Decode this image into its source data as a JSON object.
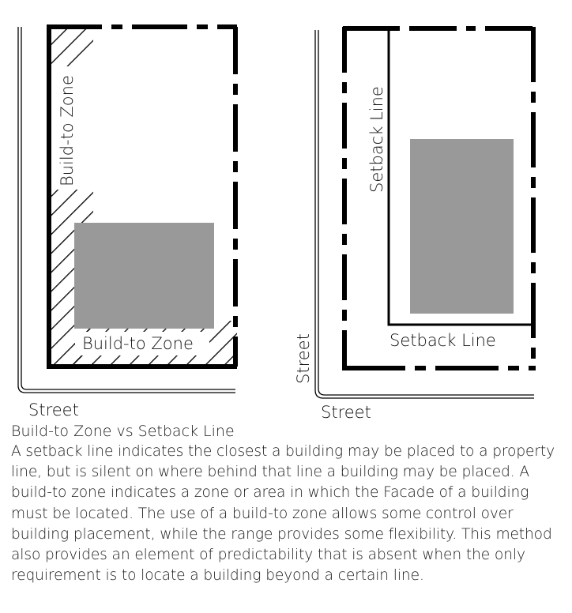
{
  "left_diagram": {
    "zone_label_vertical": "Build-to Zone",
    "zone_label_horizontal": "Build-to Zone",
    "street_label": "Street"
  },
  "right_diagram": {
    "setback_label_vertical": "Setback Line",
    "setback_label_horizontal": "Setback Line",
    "street_label_vertical": "Street",
    "street_label_horizontal": "Street"
  },
  "caption": {
    "title": "Build-to Zone vs Setback Line",
    "body": "A setback line indicates the closest a building may be placed to a property line, but is silent on where behind that line a building may be placed. A build-to zone indicates a zone or area in which the Facade of a building must be located. The use of a build-to zone allows some control over building placement, while the range provides some flexibility. This method also provides an element of predictability that is absent when the only requirement is to locate a building beyond a certain line."
  },
  "colors": {
    "building": "#999999",
    "lines": "#000000"
  },
  "icons": [
    "hatch-pattern",
    "dash-dot-property-line"
  ]
}
